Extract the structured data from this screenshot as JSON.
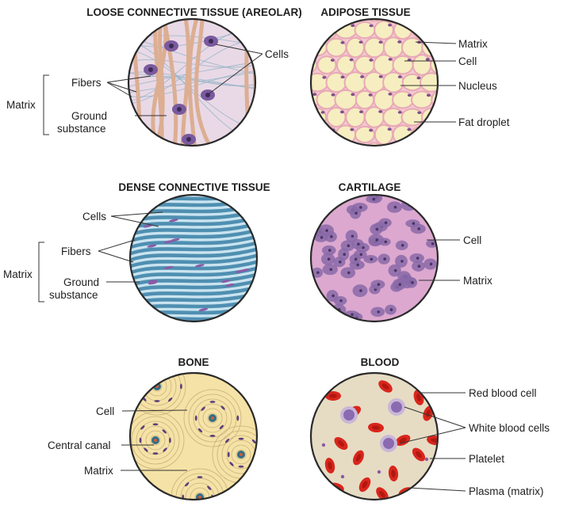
{
  "panels": {
    "loose": {
      "title": "LOOSE CONNECTIVE TISSUE (AREOLAR)",
      "labels": {
        "matrix": "Matrix",
        "fibers": "Fibers",
        "ground1": "Ground",
        "ground2": "substance",
        "cells": "Cells"
      }
    },
    "adipose": {
      "title": "ADIPOSE TISSUE",
      "labels": {
        "matrix": "Matrix",
        "cell": "Cell",
        "nucleus": "Nucleus",
        "fat": "Fat droplet"
      }
    },
    "dense": {
      "title": "DENSE CONNECTIVE TISSUE",
      "labels": {
        "cells": "Cells",
        "matrix": "Matrix",
        "fibers": "Fibers",
        "ground1": "Ground",
        "ground2": "substance"
      }
    },
    "cartilage": {
      "title": "CARTILAGE",
      "labels": {
        "cell": "Cell",
        "matrix": "Matrix"
      }
    },
    "bone": {
      "title": "BONE",
      "labels": {
        "cell": "Cell",
        "canal": "Central canal",
        "matrix": "Matrix"
      }
    },
    "blood": {
      "title": "BLOOD",
      "labels": {
        "rbc": "Red blood cell",
        "wbc": "White blood cells",
        "platelet": "Platelet",
        "plasma": "Plasma (matrix)"
      }
    }
  },
  "colors": {
    "loose_bg": "#e9d9e6",
    "loose_fiber": "#dcae92",
    "loose_cell": "#7a5a9e",
    "adipose_bg": "#f3c9d0",
    "adipose_fat": "#f6eec0",
    "adipose_nucleus": "#7e4f8e",
    "dense_bg": "#4f8fb1",
    "dense_fiber": "#c9e4f0",
    "cartilage_bg": "#dca8cf",
    "cartilage_cell": "#8a6aa8",
    "bone_bg": "#f5e2a6",
    "bone_line": "#c9b07a",
    "blood_bg": "#e6dcc4",
    "blood_rbc": "#d9261c",
    "blood_wbc": "#8a6ab0"
  }
}
